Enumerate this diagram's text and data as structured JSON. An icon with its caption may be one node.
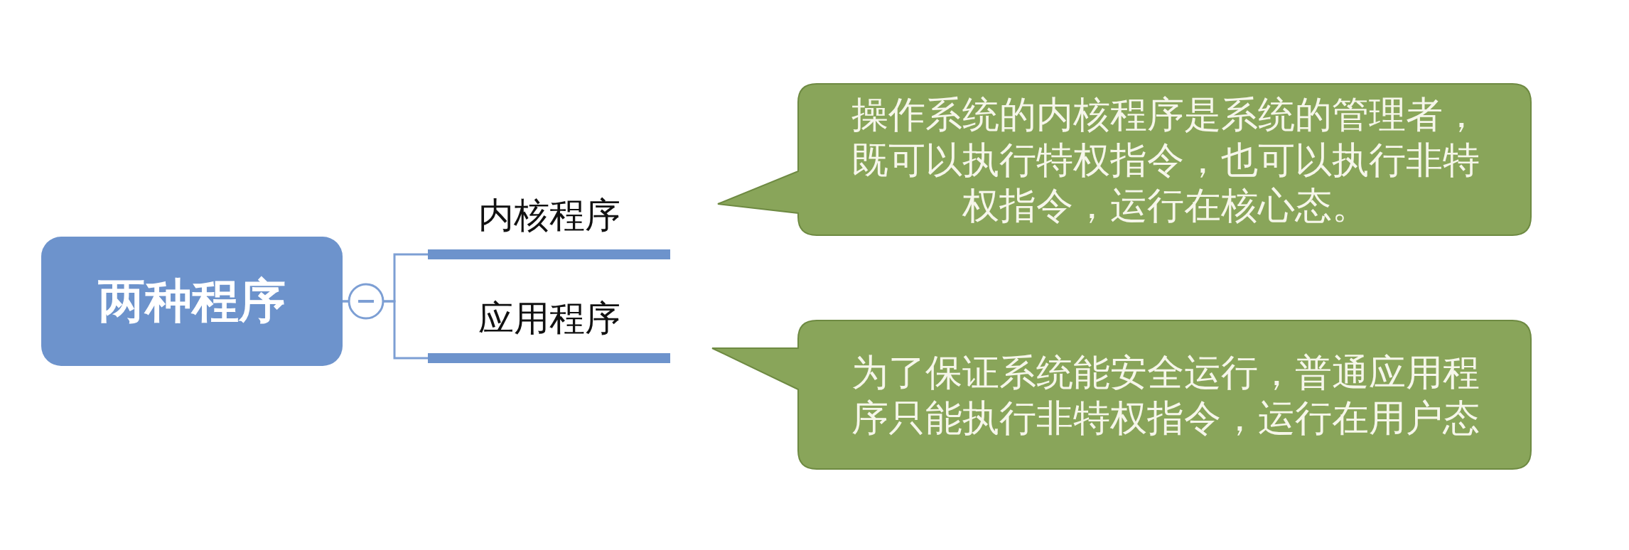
{
  "diagram": {
    "nodes": [
      {
        "text": [
          "两种程序"
        ]
      },
      {
        "text": [
          "内核程序"
        ]
      },
      {
        "text": [
          "应用程序"
        ]
      },
      {
        "text": [
          "操作系统的内核程序是系统的管理者，既可以执行特权指令，也可以执行非特权指令，运行在核心态。"
        ]
      },
      {
        "text": [
          "为了保证系统能安全运行，普通应用程序只能执行非特权指令，运行在用户态"
        ]
      }
    ],
    "edges": [
      {
        "from": 0,
        "to": 1,
        "arrow": "none"
      },
      {
        "from": 0,
        "to": 2,
        "arrow": "none"
      }
    ]
  }
}
